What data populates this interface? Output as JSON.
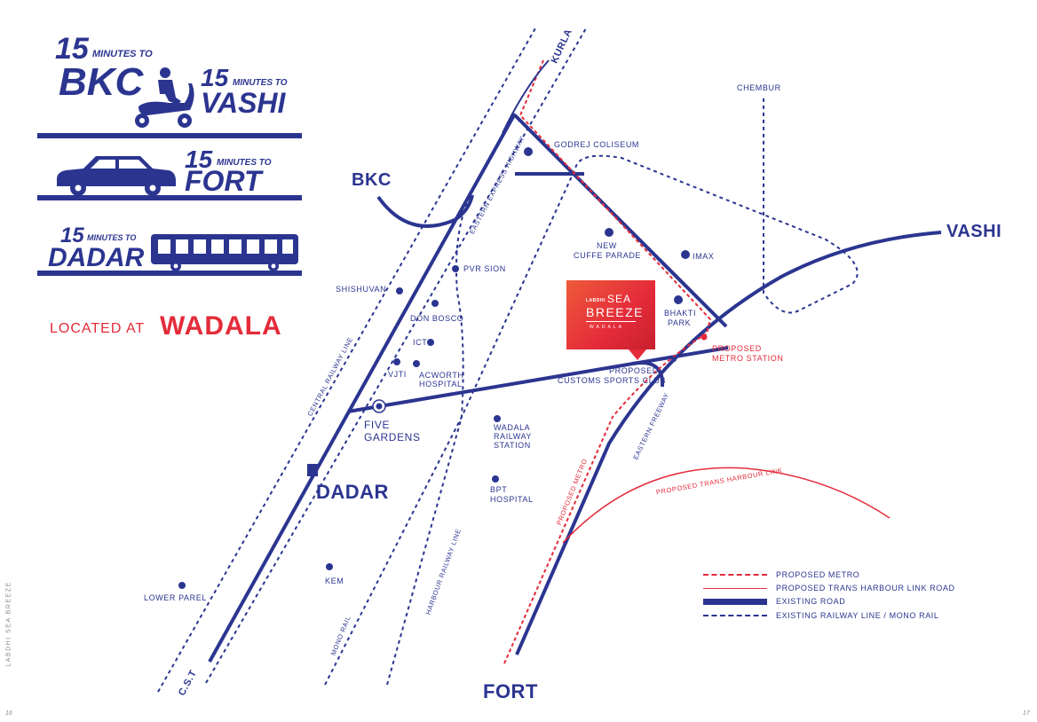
{
  "connectivity": {
    "bkc": {
      "num": "15",
      "unit": "MINUTES TO",
      "dest": "BKC"
    },
    "vashi": {
      "num": "15",
      "unit": "MINUTES TO",
      "dest": "VASHI"
    },
    "fort": {
      "num": "15",
      "unit": "MINUTES TO",
      "dest": "FORT"
    },
    "dadar": {
      "num": "15",
      "unit": "MINUTES TO",
      "dest": "DADAR"
    }
  },
  "located": {
    "prefix": "LOCATED AT",
    "place": "WADALA"
  },
  "map": {
    "cities": {
      "bkc": "BKC",
      "vashi": "VASHI",
      "dadar": "DADAR",
      "fort": "FORT"
    },
    "places": {
      "kurla": "KURLA",
      "chembur": "CHEMBUR",
      "godrej": "GODREJ COLISEUM",
      "new_cuffe_1": "NEW",
      "new_cuffe_2": "CUFFE PARADE",
      "imax": "IMAX",
      "bhakti_1": "BHAKTI",
      "bhakti_2": "PARK",
      "metro_stn_1": "PROPOSED",
      "metro_stn_2": "METRO STATION",
      "customs_1": "PROPOSED",
      "customs_2": "CUSTOMS SPORTS CLUB",
      "pvr": "PVR SION",
      "shishuvan": "SHISHUVAN",
      "don_bosco": "DON BOSCO",
      "ict": "ICT",
      "vjti": "VJTI",
      "acworth_1": "ACWORTH",
      "acworth_2": "HOSPITAL",
      "five_1": "FIVE",
      "five_2": "GARDENS",
      "wadala_1": "WADALA",
      "wadala_2": "RAILWAY",
      "wadala_3": "STATION",
      "bpt_1": "BPT",
      "bpt_2": "HOSPITAL",
      "kem": "KEM",
      "lower_parel": "LOWER PAREL",
      "cst": "C.S.T"
    },
    "route_labels": {
      "eeh": "EASTERN EXPRESS HIGHWAY",
      "crl": "CENTRAL RAILWAY LINE",
      "hrl": "HARBOUR RAILWAY LINE",
      "mono": "MONO RAIL",
      "freeway": "EASTERN FREEWAY",
      "metro": "PROPOSED METRO",
      "thl": "PROPOSED TRANS HARBOUR LINK"
    }
  },
  "project": {
    "brand": "LABDHI",
    "name_1": "SEA",
    "name_2": "BREEZE",
    "locality": "WADALA"
  },
  "legend": [
    {
      "label": "PROPOSED METRO"
    },
    {
      "label": "PROPOSED TRANS HARBOUR LINK ROAD"
    },
    {
      "label": "EXISTING ROAD"
    },
    {
      "label": "EXISTING RAILWAY LINE / MONO RAIL"
    }
  ],
  "footer": {
    "side_text": "LABDHI SEA BREEZE",
    "page_left": "16",
    "page_right": "17"
  },
  "colors": {
    "navy": "#2b3590",
    "red": "#e42b3a"
  }
}
